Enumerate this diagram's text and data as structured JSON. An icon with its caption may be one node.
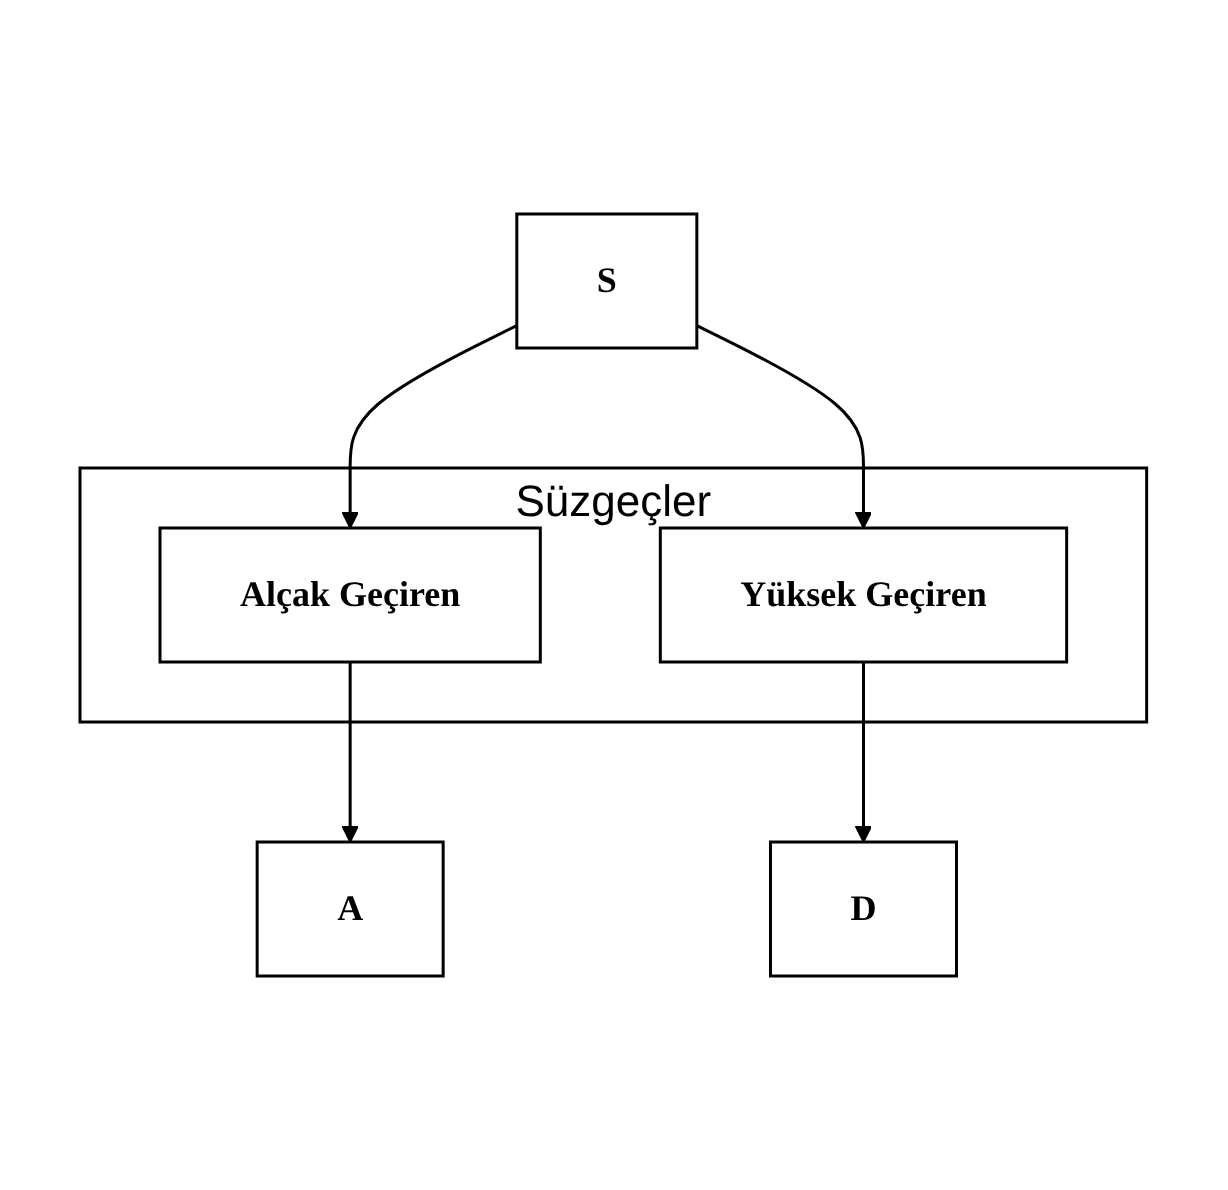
{
  "diagram": {
    "nodes": [
      {
        "text": [
          "S"
        ]
      },
      {
        "text": [
          "Süzgeçler"
        ]
      },
      {
        "text": [
          "Alçak Geçiren"
        ],
        "in": 1
      },
      {
        "text": [
          "Yüksek Geçiren"
        ],
        "in": 1
      },
      {
        "text": [
          "A"
        ]
      },
      {
        "text": [
          "D"
        ]
      }
    ],
    "edges": [
      {
        "from": 0,
        "to": 2,
        "arrow": "to"
      },
      {
        "from": 0,
        "to": 3,
        "arrow": "to"
      },
      {
        "from": 2,
        "to": 4,
        "arrow": "to"
      },
      {
        "from": 3,
        "to": 5,
        "arrow": "to"
      }
    ]
  }
}
